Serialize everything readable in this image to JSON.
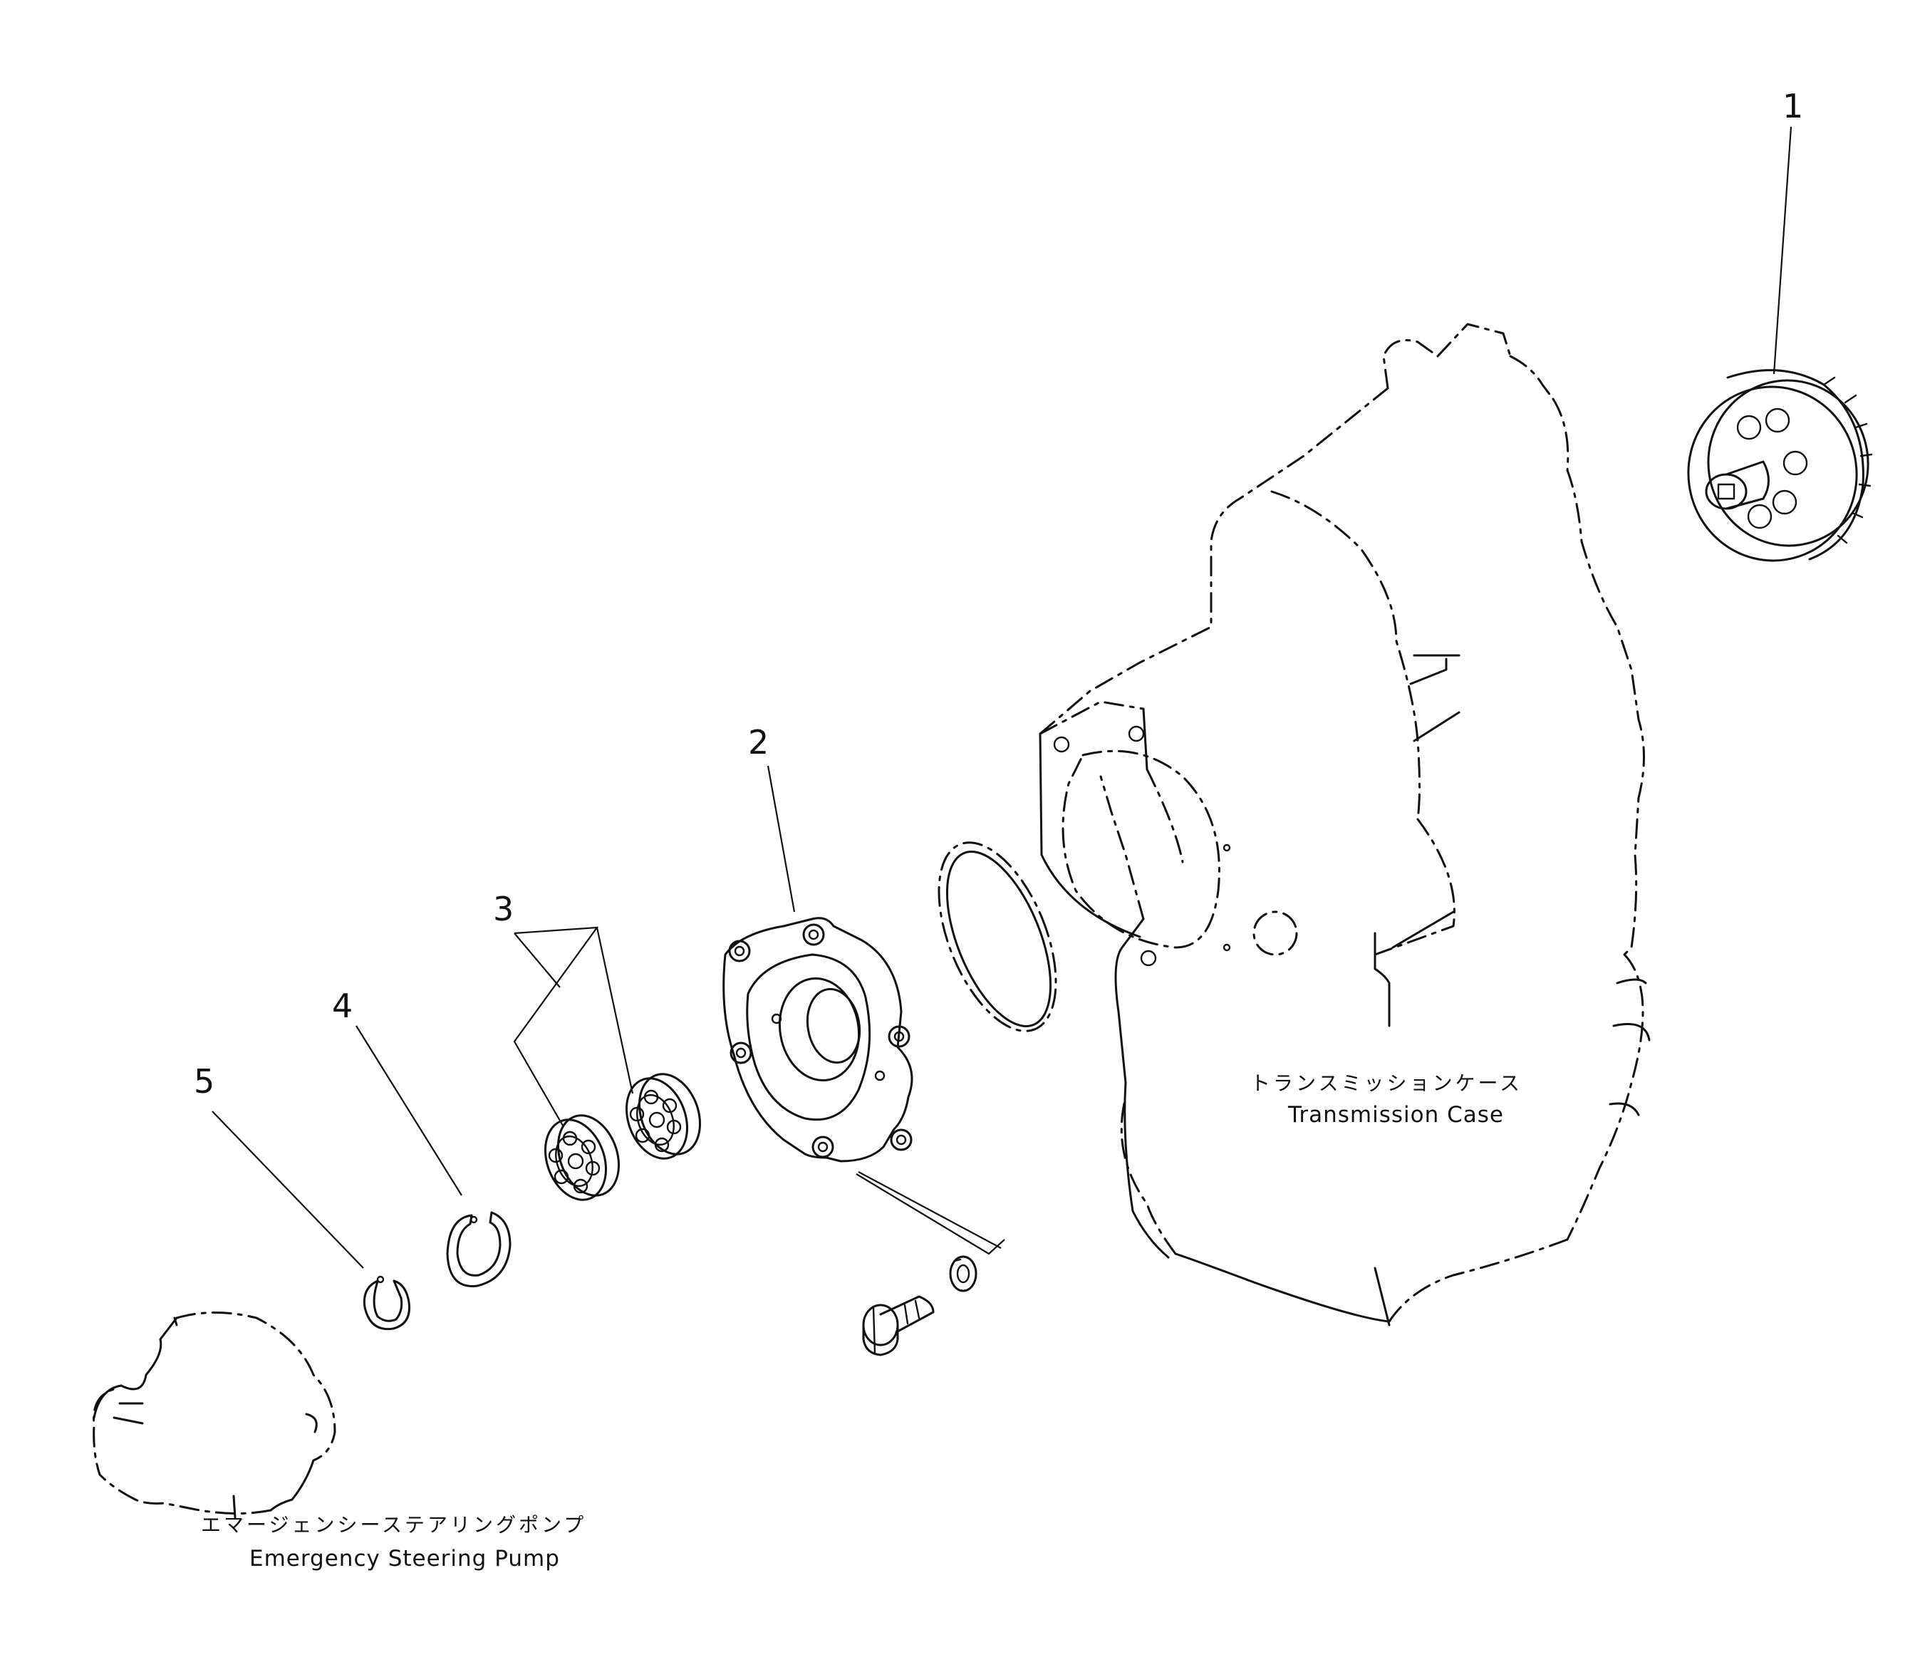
{
  "callouts": [
    {
      "number": "1",
      "part": "gear"
    },
    {
      "number": "2",
      "part": "cage"
    },
    {
      "number": "3",
      "part": "bearing"
    },
    {
      "number": "4",
      "part": "snap-ring"
    },
    {
      "number": "5",
      "part": "snap-ring"
    }
  ],
  "labels": {
    "transmission_case_jp": "トランスミッションケース",
    "transmission_case_en": "Transmission Case",
    "pump_jp": "エマージェンシーステアリングポンプ",
    "pump_en": "Emergency Steering Pump"
  },
  "colors": {
    "line": "#111111",
    "background": "#ffffff"
  }
}
